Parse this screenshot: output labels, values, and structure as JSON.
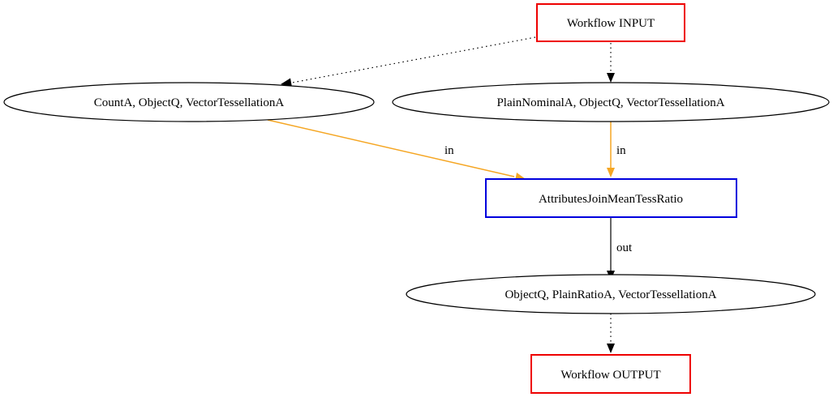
{
  "nodes": {
    "workflow_input": {
      "label": "Workflow INPUT",
      "border_color": "#ee0000"
    },
    "count_object_vector": {
      "label": "CountA, ObjectQ, VectorTessellationA"
    },
    "plainnominal_object_vector": {
      "label": "PlainNominalA, ObjectQ, VectorTessellationA"
    },
    "attributes_join": {
      "label": "AttributesJoinMeanTessRatio",
      "border_color": "#0000dd"
    },
    "object_plainratio_vector": {
      "label": "ObjectQ, PlainRatioA, VectorTessellationA"
    },
    "workflow_output": {
      "label": "Workflow OUTPUT",
      "border_color": "#ee0000"
    }
  },
  "edges": {
    "input_to_count": {
      "style": "dotted"
    },
    "input_to_plainnominal": {
      "style": "dotted"
    },
    "count_to_join": {
      "label": "in",
      "color": "#f5a623"
    },
    "plainnominal_to_join": {
      "label": "in",
      "color": "#f5a623"
    },
    "join_to_ratio": {
      "label": "out",
      "color": "#000000"
    },
    "ratio_to_output": {
      "style": "dotted"
    }
  }
}
